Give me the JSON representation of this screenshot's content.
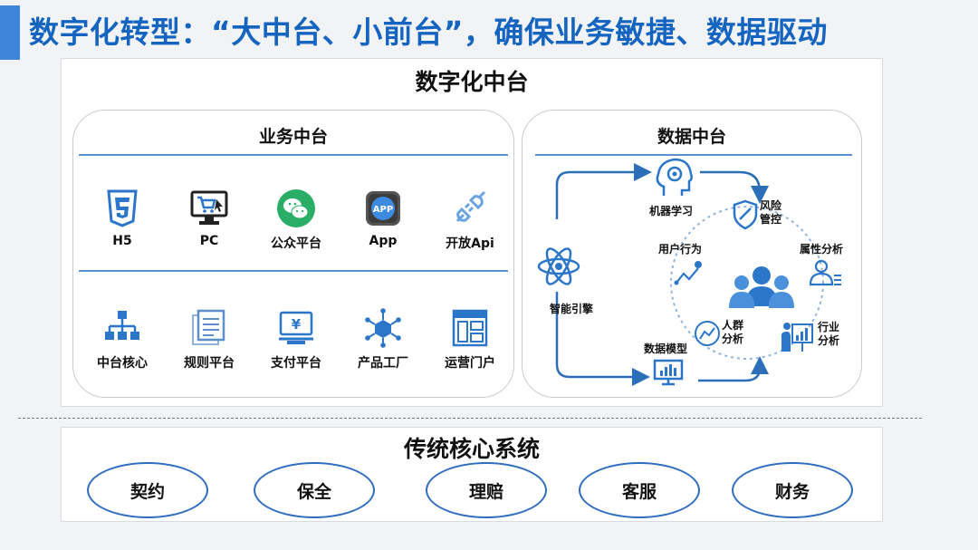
{
  "slide": {
    "title": "数字化转型：“大中台、小前台”，确保业务敏捷、数据驱动"
  },
  "middle_platform": {
    "title": "数字化中台",
    "business": {
      "title": "业务中台",
      "front_items": [
        {
          "label": "H5",
          "icon": "html5-icon"
        },
        {
          "label": "PC",
          "icon": "pc-cart-icon"
        },
        {
          "label": "公众平台",
          "icon": "wechat-icon"
        },
        {
          "label": "App",
          "icon": "app-icon"
        },
        {
          "label": "开放Api",
          "icon": "plug-icon"
        }
      ],
      "core_items": [
        {
          "label": "中台核心",
          "icon": "org-chart-icon"
        },
        {
          "label": "规则平台",
          "icon": "document-icon"
        },
        {
          "label": "支付平台",
          "icon": "payment-icon"
        },
        {
          "label": "产品工厂",
          "icon": "network-cube-icon"
        },
        {
          "label": "运营门户",
          "icon": "portal-icon"
        }
      ]
    },
    "data": {
      "title": "数据中台",
      "engine": "智能引擎",
      "machine_learning": "机器学习",
      "risk_control": [
        "风险",
        "管控"
      ],
      "user_behavior": "用户行为",
      "attribute_analysis": "属性分析",
      "crowd_analysis": [
        "人群",
        "分析"
      ],
      "industry_analysis": [
        "行业",
        "分析"
      ],
      "data_model": "数据模型"
    }
  },
  "legacy": {
    "title": "传统核心系统",
    "items": [
      "契约",
      "保全",
      "理赔",
      "客服",
      "财务"
    ]
  },
  "colors": {
    "title_blue": "#1565c0",
    "accent_blue": "#3f86d8",
    "icon_blue": "#2b76c9"
  }
}
